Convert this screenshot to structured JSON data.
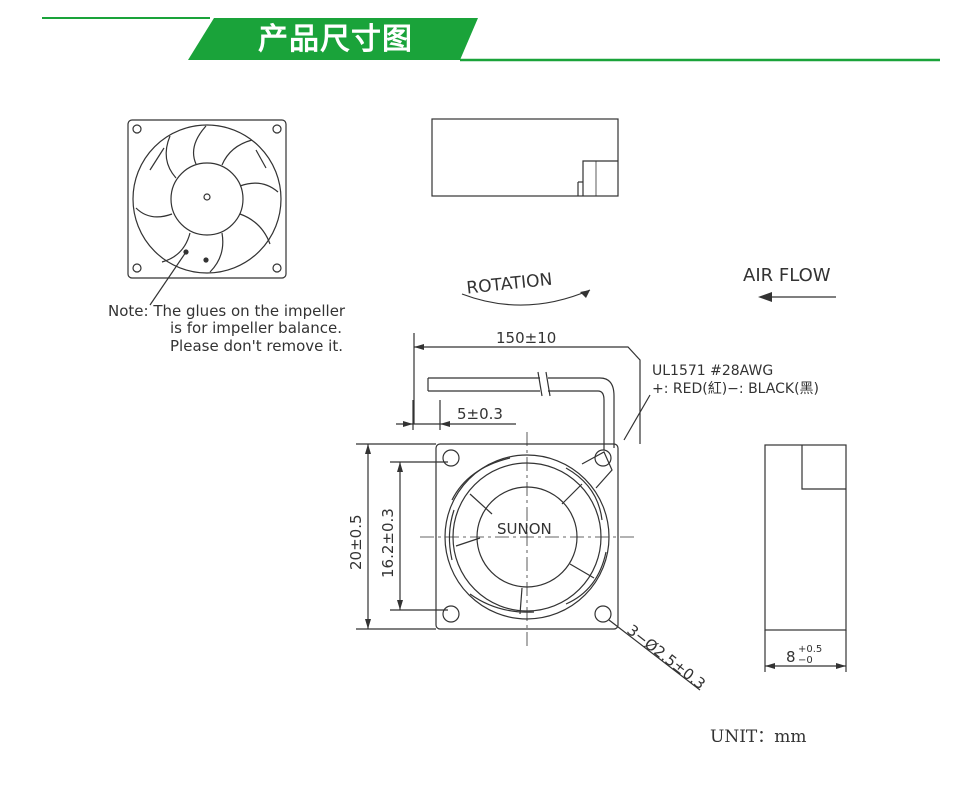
{
  "header": {
    "title": "产品尺寸图",
    "accent_color": "#1aa33a"
  },
  "drawing": {
    "note_lines": [
      "Note: The glues on the impeller",
      "is for impeller balance.",
      "Please don't remove it."
    ],
    "rotation_label": "ROTATION",
    "airflow_label": "AIR FLOW",
    "cable_length": "150±10",
    "wire_spec": "UL1571  #28AWG",
    "wire_colors": "+: RED(紅)−: BLACK(黑)",
    "strip_length": "5±0.3",
    "brand_label": "SUNON",
    "height_dim": "20±0.5",
    "hole_pitch_dim": "16.2±0.3",
    "hole_dim": "3−Ø2.5±0.3",
    "thickness_dim": "8",
    "thickness_tol_plus": "+0.5",
    "thickness_tol_minus": "−0",
    "unit_label": "UNIT：mm"
  }
}
